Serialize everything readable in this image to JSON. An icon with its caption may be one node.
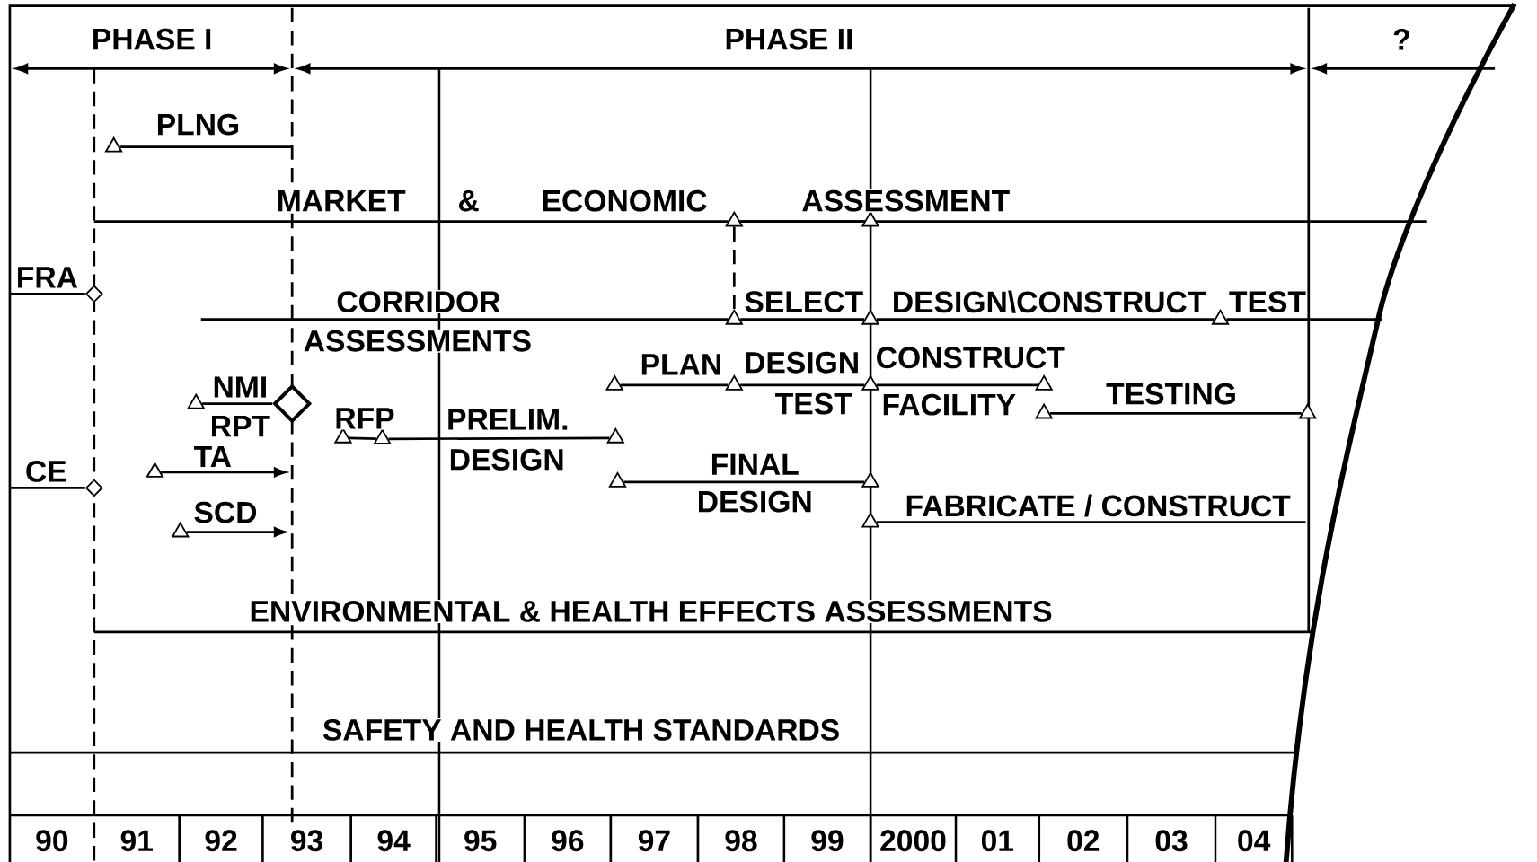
{
  "diagram": {
    "nodes": [
      {
        "text": [],
        "shape": "triangle"
      },
      {
        "text": [],
        "shape": "triangle"
      },
      {
        "text": [],
        "shape": "triangle"
      },
      {
        "text": [],
        "shape": "diamond"
      },
      {
        "text": [],
        "shape": "triangle"
      },
      {
        "text": [],
        "shape": "triangle"
      },
      {
        "text": [],
        "shape": "triangle"
      },
      {
        "text": [],
        "shape": "triangle"
      },
      {
        "text": [],
        "shape": "triangle"
      },
      {
        "text": [],
        "shape": "triangle"
      },
      {
        "text": [],
        "shape": "triangle"
      },
      {
        "text": [],
        "shape": "triangle"
      },
      {
        "text": [],
        "shape": "diamond"
      },
      {
        "text": [],
        "shape": "triangle"
      },
      {
        "text": [],
        "shape": "triangle"
      },
      {
        "text": [],
        "shape": "triangle"
      },
      {
        "text": [],
        "shape": "triangle"
      },
      {
        "text": [],
        "shape": "triangle"
      },
      {
        "text": [],
        "shape": "triangle"
      },
      {
        "text": [],
        "shape": "triangle"
      },
      {
        "text": [],
        "shape": "triangle"
      },
      {
        "text": [],
        "shape": "diamond"
      },
      {
        "text": [],
        "shape": "triangle"
      },
      {
        "text": [],
        "shape": "triangle"
      }
    ],
    "edges": [
      {
        "from": 0,
        "to": null,
        "arrow": "none",
        "label": "PLNG"
      },
      {
        "from": 1,
        "to": 2,
        "arrow": "none"
      },
      {
        "from": 1,
        "to": 4,
        "arrow": "none",
        "style": "dashed"
      },
      {
        "from": 4,
        "to": 5,
        "arrow": "none",
        "label": "SELECT"
      },
      {
        "from": 5,
        "to": 6,
        "arrow": "none",
        "label": "DESIGN\\CONSTRUCT"
      },
      {
        "from": 6,
        "to": null,
        "arrow": "none",
        "label": "TEST"
      },
      {
        "from": null,
        "to": 3,
        "arrow": "none",
        "label": "FRA"
      },
      {
        "from": 7,
        "to": 8,
        "arrow": "none",
        "label": "PLAN"
      },
      {
        "from": 8,
        "to": 9,
        "arrow": "none",
        "label": "DESIGN"
      },
      {
        "from": 9,
        "to": 10,
        "arrow": "none",
        "label": "CONSTRUCT"
      },
      {
        "from": 13,
        "to": 14,
        "arrow": "none",
        "label": "TESTING"
      },
      {
        "from": 11,
        "to": 12,
        "arrow": "none",
        "label": "NMI"
      },
      {
        "from": 15,
        "to": 16,
        "arrow": "none",
        "label": "RFP"
      },
      {
        "from": 16,
        "to": 17,
        "arrow": "none",
        "label": "PRELIM."
      },
      {
        "from": 18,
        "to": null,
        "arrow": "to",
        "label": "TA"
      },
      {
        "from": null,
        "to": 21,
        "arrow": "none",
        "label": "CE"
      },
      {
        "from": 19,
        "to": 20,
        "arrow": "none",
        "label": "FINAL"
      },
      {
        "from": 22,
        "to": null,
        "arrow": "none",
        "label": "FABRICATE / CONSTRUCT"
      },
      {
        "from": 23,
        "to": null,
        "arrow": "to",
        "label": "SCD"
      }
    ],
    "labels": [
      "PHASE I",
      "PHASE II",
      "?",
      "MARKET",
      "&",
      "ECONOMIC",
      "ASSESSMENT",
      "CORRIDOR",
      "ASSESSMENTS",
      "TEST",
      "FACILITY",
      "RPT",
      "DESIGN",
      "DESIGN",
      "ENVIRONMENTAL & HEALTH EFFECTS ASSESSMENTS",
      "SAFETY AND HEALTH STANDARDS",
      "90",
      "91",
      "92",
      "93",
      "94",
      "95",
      "96",
      "97",
      "98",
      "99",
      "2000",
      "01",
      "02",
      "03",
      "04"
    ]
  }
}
